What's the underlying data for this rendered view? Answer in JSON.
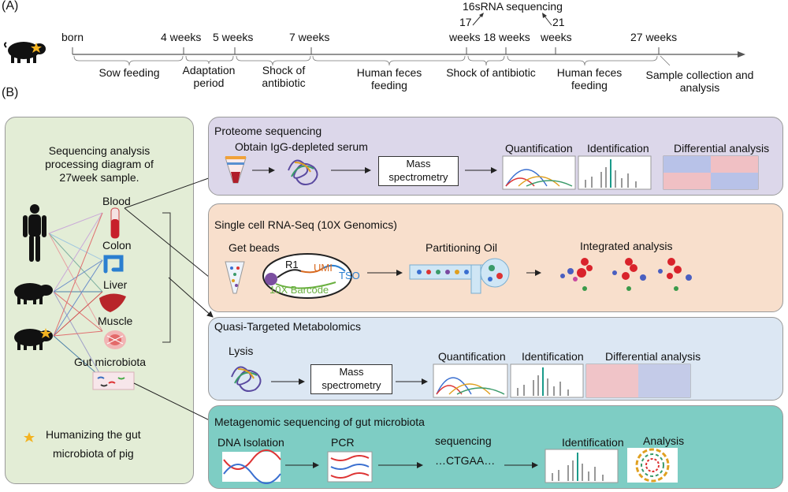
{
  "panel_a": {
    "label": "(A)",
    "top_note_title": "16sRNA sequencing",
    "top_note_17": "17",
    "top_note_21": "21",
    "milestones": [
      "born",
      "4 weeks",
      "5 weeks",
      "7 weeks",
      "weeks 18 weeks",
      "weeks",
      "27 weeks"
    ],
    "phases": [
      "Sow feeding",
      "Adaptation\nperiod",
      "Shock of\nantibiotic",
      "Human feces\nfeeding",
      "Shock of antibiotic",
      "Human feces\nfeeding",
      "Sample collection and\nanalysis"
    ]
  },
  "panel_b": {
    "label": "(B)",
    "left": {
      "title": "Sequencing analysis\nprocessing diagram of\n27week sample.",
      "tissues": [
        "Blood",
        "Colon",
        "Liver",
        "Muscle",
        "Gut microbiota"
      ],
      "legend_line1": "Humanizing the gut",
      "legend_line2": "microbiota of pig"
    },
    "proteome": {
      "title": "Proteome sequencing",
      "step1": "Obtain IgG-depleted serum",
      "box": "Mass\nspectrometry",
      "labels": [
        "Quantification",
        "Identification",
        "Differential analysis"
      ]
    },
    "scrna": {
      "title": "Single cell RNA-Seq (10X Genomics)",
      "step1": "Get beads",
      "r1": "R1",
      "umi": "UMI",
      "tso": "TSO",
      "barcode": "10X Barcode",
      "step2": "Partitioning Oil",
      "step3": "Integrated analysis"
    },
    "metabolomics": {
      "title": "Quasi-Targeted Metabolomics",
      "step1": "Lysis",
      "box": "Mass\nspectrometry",
      "labels": [
        "Quantification",
        "Identification",
        "Differential analysis"
      ]
    },
    "metagenomic": {
      "title": "Metagenomic sequencing of gut microbiota",
      "steps": [
        "DNA Isolation",
        "PCR",
        "sequencing",
        "Identification",
        "Analysis"
      ],
      "seq_text": "…CTGAA…"
    }
  },
  "colors": {
    "left_bg": "#e3edd6",
    "proteome_bg": "#dcd7ea",
    "scrna_bg": "#f8dfcc",
    "metab_bg": "#dce7f3",
    "metagen_bg": "#7ecdc4",
    "star": "#f3b321"
  }
}
